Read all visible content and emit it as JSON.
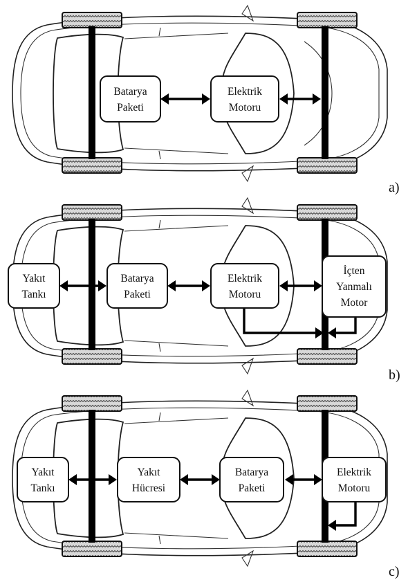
{
  "colors": {
    "line": "#000000",
    "background": "#ffffff",
    "tire_pattern": "#555555"
  },
  "panels": [
    {
      "letter": "a)",
      "boxes": [
        {
          "id": "battery",
          "lines": [
            "Batarya",
            "Paketi"
          ]
        },
        {
          "id": "motor",
          "lines": [
            "Elektrik",
            "Motoru"
          ]
        }
      ]
    },
    {
      "letter": "b)",
      "boxes": [
        {
          "id": "fuel_tank",
          "lines": [
            "Yakıt",
            "Tankı"
          ]
        },
        {
          "id": "battery",
          "lines": [
            "Batarya",
            "Paketi"
          ]
        },
        {
          "id": "motor",
          "lines": [
            "Elektrik",
            "Motoru"
          ]
        },
        {
          "id": "ice",
          "lines": [
            "İçten",
            "Yanmalı",
            "Motor"
          ]
        }
      ]
    },
    {
      "letter": "c)",
      "boxes": [
        {
          "id": "fuel_tank",
          "lines": [
            "Yakıt",
            "Tankı"
          ]
        },
        {
          "id": "fuel_cell",
          "lines": [
            "Yakıt",
            "Hücresi"
          ]
        },
        {
          "id": "battery",
          "lines": [
            "Batarya",
            "Paketi"
          ]
        },
        {
          "id": "motor",
          "lines": [
            "Elektrik",
            "Motoru"
          ]
        }
      ]
    }
  ]
}
